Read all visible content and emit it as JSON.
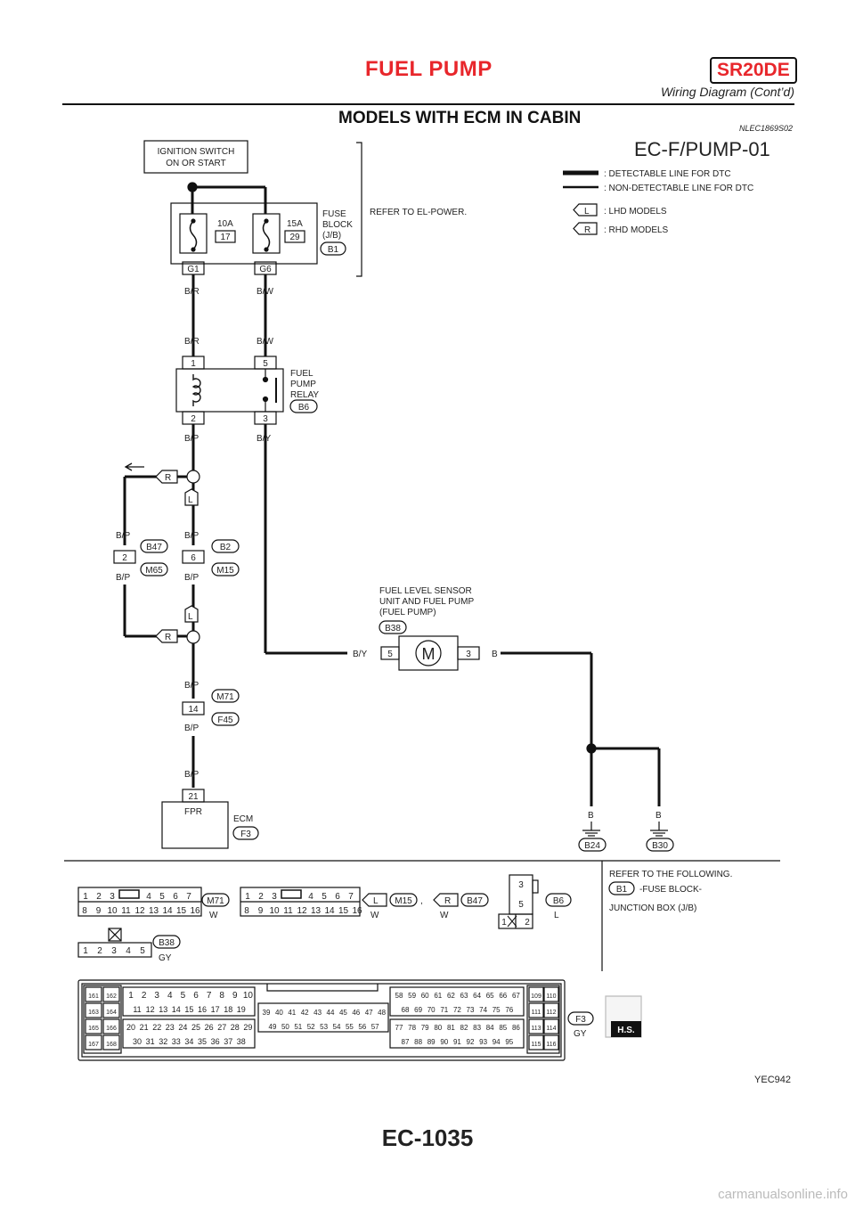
{
  "header": {
    "title": "FUEL PUMP",
    "badge": "SR20DE",
    "subtitle": "Wiring Diagram (Cont’d)"
  },
  "section": {
    "title": "MODELS WITH ECM IN CABIN",
    "code": "NLEC1869S02"
  },
  "diagram": {
    "id": "EC-F/PUMP-01",
    "legend": {
      "detectable": ": DETECTABLE LINE FOR DTC",
      "non_detectable": ": NON-DETECTABLE LINE FOR DTC",
      "lhd_tag": "L",
      "lhd": ": LHD MODELS",
      "rhd_tag": "R",
      "rhd": ": RHD MODELS"
    },
    "ignition": {
      "line1": "IGNITION SWITCH",
      "line2": "ON OR START"
    },
    "fuse_block": {
      "l1": "FUSE",
      "l2": "BLOCK",
      "l3": "(J/B)",
      "conn": "B1",
      "refer": "REFER TO EL-POWER.",
      "fuse1_amp": "10A",
      "fuse1_no": "17",
      "fuse2_amp": "15A",
      "fuse2_no": "29",
      "term1": "G1",
      "term2": "G6"
    },
    "relay": {
      "l1": "FUEL",
      "l2": "PUMP",
      "l3": "RELAY",
      "conn": "B6",
      "t1": "1",
      "t5": "5",
      "t2": "2",
      "t3": "3"
    },
    "wires": {
      "br": "B/R",
      "bw": "B/W",
      "bp": "B/P",
      "by": "B/Y",
      "b": "B",
      "r": "R",
      "l": "L"
    },
    "conn_b47": {
      "name": "B47",
      "pin": "2",
      "mate": "M65"
    },
    "conn_b2": {
      "name": "B2",
      "pin": "6",
      "mate": "M15"
    },
    "fuel_sensor": {
      "l1": "FUEL LEVEL SENSOR",
      "l2": "UNIT AND FUEL PUMP",
      "l3": "(FUEL PUMP)",
      "conn": "B38",
      "motor": "M",
      "pin_a": "5",
      "pin_b": "3"
    },
    "conn_m71": {
      "name": "M71",
      "pin": "14",
      "mate": "F45"
    },
    "ecm": {
      "pin": "21",
      "pin_label": "FPR",
      "name": "ECM",
      "conn": "F3"
    },
    "grounds": {
      "g1": "B24",
      "g2": "B30"
    }
  },
  "connectors": {
    "refer": "REFER TO THE FOLLOWING.",
    "refer_b1_tag": "B1",
    "refer_b1": "-FUSE BLOCK-",
    "refer_b1_2": "JUNCTION BOX (J/B)",
    "c1_top": [
      "1",
      "2",
      "3",
      "",
      "4",
      "5",
      "6",
      "7"
    ],
    "c1_bot": [
      "8",
      "9",
      "10",
      "11",
      "12",
      "13",
      "14",
      "15",
      "16"
    ],
    "c1_name": "M71",
    "c1_color": "W",
    "c2_top": [
      "1",
      "2",
      "3",
      "",
      "4",
      "5",
      "6",
      "7"
    ],
    "c2_bot": [
      "8",
      "9",
      "10",
      "11",
      "12",
      "13",
      "14",
      "15",
      "16"
    ],
    "c2_l_tag": "L",
    "c2_l_name": "M15",
    "c2_l_color": "W",
    "c2_sep": ",",
    "c2_r_tag": "R",
    "c2_r_name": "B47",
    "c2_r_color": "W",
    "c3_pins": [
      "3",
      "5",
      "1",
      "2"
    ],
    "c3_name": "B6",
    "c3_color": "L",
    "c4_pins": [
      "1",
      "2",
      "3",
      "4",
      "5"
    ],
    "c4_name": "B38",
    "c4_color": "GY",
    "ecm_conn_name": "F3",
    "ecm_conn_color": "GY",
    "ecm_grid_a": [
      "161",
      "162",
      "163",
      "164",
      "165",
      "166",
      "167",
      "168"
    ],
    "ecm_row1": [
      "1",
      "2",
      "3",
      "4",
      "5",
      "6",
      "7",
      "8",
      "9",
      "10"
    ],
    "ecm_row2": [
      "11",
      "12",
      "13",
      "14",
      "15",
      "16",
      "17",
      "18",
      "19"
    ],
    "ecm_row3": [
      "20",
      "21",
      "22",
      "23",
      "24",
      "25",
      "26",
      "27",
      "28",
      "29"
    ],
    "ecm_row4": [
      "30",
      "31",
      "32",
      "33",
      "34",
      "35",
      "36",
      "37",
      "38"
    ],
    "ecm_row5": [
      "39",
      "40",
      "41",
      "42",
      "43",
      "44",
      "45",
      "46",
      "47",
      "48"
    ],
    "ecm_row6": [
      "49",
      "50",
      "51",
      "52",
      "53",
      "54",
      "55",
      "56",
      "57"
    ],
    "ecm_row7": [
      "58",
      "59",
      "60",
      "61",
      "62",
      "63",
      "64",
      "65",
      "66",
      "67"
    ],
    "ecm_row8": [
      "68",
      "69",
      "70",
      "71",
      "72",
      "73",
      "74",
      "75",
      "76"
    ],
    "ecm_row9": [
      "77",
      "78",
      "79",
      "80",
      "81",
      "82",
      "83",
      "84",
      "85",
      "86"
    ],
    "ecm_row10": [
      "87",
      "88",
      "89",
      "90",
      "91",
      "92",
      "93",
      "94",
      "95"
    ],
    "ecm_grid_b": [
      "109",
      "110",
      "111",
      "112",
      "113",
      "114",
      "115",
      "116"
    ],
    "hs_label": "H.S."
  },
  "footer": {
    "ref": "YEC942",
    "page": "EC-1035",
    "url": "carmanualsonline.info"
  },
  "colors": {
    "accent": "#e8262b",
    "line": "#111111"
  }
}
